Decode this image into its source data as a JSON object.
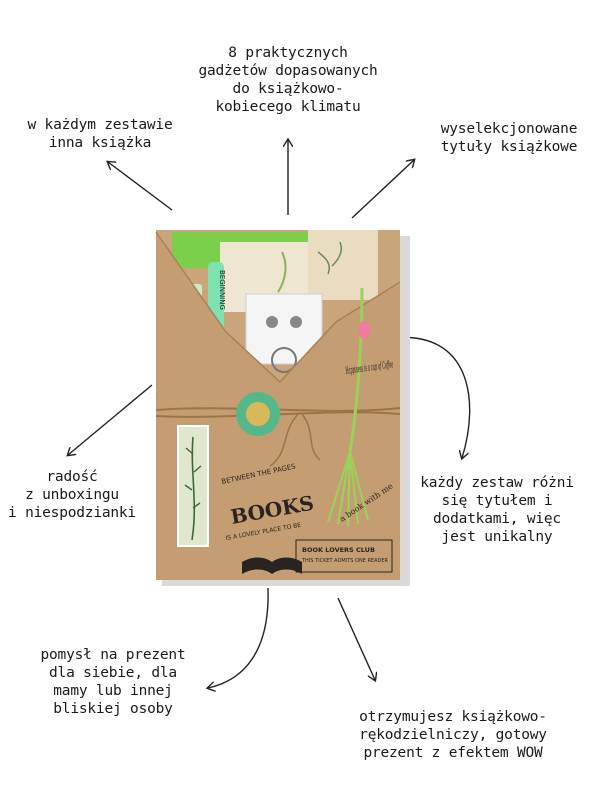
{
  "callouts": {
    "gadgets": "8 praktycznych\ngadżetów dopasowanych\ndo książkowo-\nkobiecego klimatu",
    "every_set_book": "w każdym zestawie\ninna książka",
    "selected_titles": "wyselekcjonowane\ntytuły książkowe",
    "unboxing_joy": "radość\nz unboxingu\ni niespodzianki",
    "unique_set": "każdy zestaw różni\nsię tytułem i\ndodatkami, więc\njest unikalny",
    "gift_idea": "pomysł na prezent\ndla siebie, dla\nmamy lub innej\nbliskiej osoby",
    "wow_gift": "otrzymujesz książkowo-\nrękodzielniczy, gotowy\nprezent z efektem WOW"
  },
  "package": {
    "pen_label": "BEGINNING",
    "stamp_top": "BETWEEN THE PAGES",
    "stamp_main": "BOOKS",
    "stamp_sub": "IS A LOVELY PLACE TO BE",
    "coffee_text": "Happiness is a cup of Coffee",
    "book_with_me": "a book with me",
    "club_title": "BOOK LOVERS CLUB",
    "club_line": "THIS TICKET ADMITS ONE READER"
  },
  "colors": {
    "kraft": "#c9a57b",
    "kraft_dark": "#b48e63",
    "ink": "#2a2420",
    "green": "#7ccf4a",
    "tassel": "#9bd05a",
    "wax": "#56b88a"
  }
}
